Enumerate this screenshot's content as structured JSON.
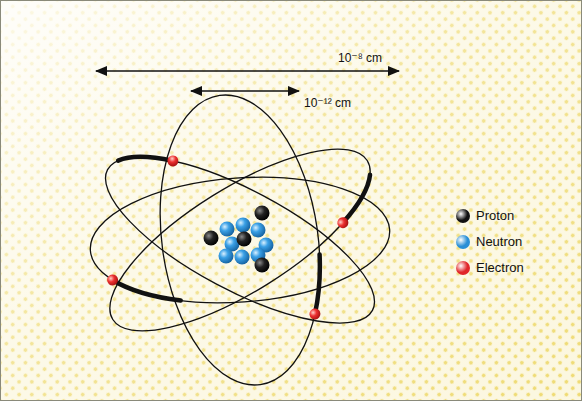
{
  "diagram": {
    "labels": [
      "10⁻⁸ cm",
      "10⁻¹² cm"
    ],
    "legend": [
      {
        "text": "Proton",
        "color": "#111111"
      },
      {
        "text": "Neutron",
        "color": "#2a8fd6"
      },
      {
        "text": "Electron",
        "color": "#e0262a"
      }
    ]
  }
}
